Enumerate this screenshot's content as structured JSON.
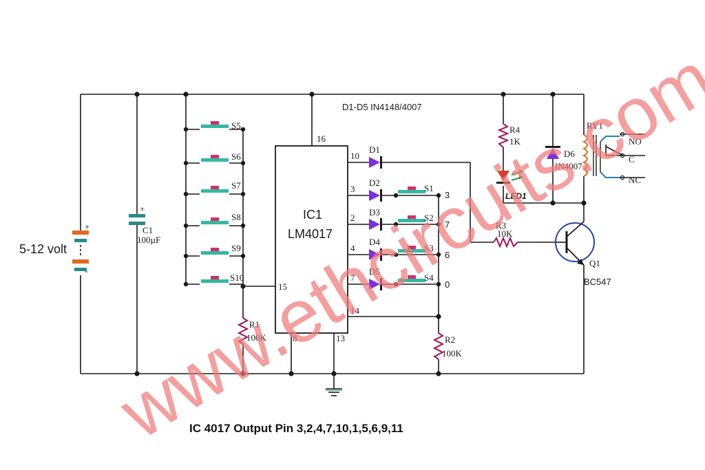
{
  "colors": {
    "wire": "#1a1a1a",
    "switch": "#34b8a4",
    "switch_cap": "#d0306a",
    "diode": "#7a2fe0",
    "resistor": "#a0105a",
    "watermark": "#f07a7a",
    "led": "#e03a2a",
    "transistor": "#2244aa"
  },
  "battery": {
    "label": "5-12 volt",
    "plus": "+",
    "minus": "-"
  },
  "capacitor": {
    "name": "C1",
    "value": "100µF",
    "plus": "+"
  },
  "switches": {
    "left": [
      "S5",
      "S6",
      "S7",
      "S8",
      "S9",
      "S10"
    ],
    "right": [
      "S1",
      "S2",
      "S3",
      "S4"
    ]
  },
  "ic": {
    "name": "IC1",
    "part": "LM4017",
    "pins": {
      "p16": "16",
      "p10": "10",
      "p3": "3",
      "p2": "2",
      "p4": "4",
      "p7": "7",
      "p15": "15",
      "p14": "14",
      "p8": "8",
      "p13": "13"
    }
  },
  "diodes": {
    "note": "D1-D5 IN4148/4007",
    "labels": [
      "D1",
      "D2",
      "D3",
      "D4",
      "D5",
      "D6"
    ],
    "d6_part": "IN4007"
  },
  "right_labels": [
    "3",
    "7",
    "6",
    "0"
  ],
  "resistors": {
    "r1": {
      "name": "R1",
      "value": "100K"
    },
    "r2": {
      "name": "R2",
      "value": "100K"
    },
    "r3": {
      "name": "R3",
      "value": "10K"
    },
    "r4": {
      "name": "R4",
      "value": "1K"
    }
  },
  "led": {
    "name": "LED1"
  },
  "transistor": {
    "name": "Q1",
    "part": "BC547"
  },
  "relay": {
    "name": "RY1",
    "no": "NO",
    "c": "C",
    "nc": "NC"
  },
  "watermark": "www.ethcircuits.com",
  "caption": "IC 4017 Output Pin 3,2,4,7,10,1,5,6,9,11"
}
